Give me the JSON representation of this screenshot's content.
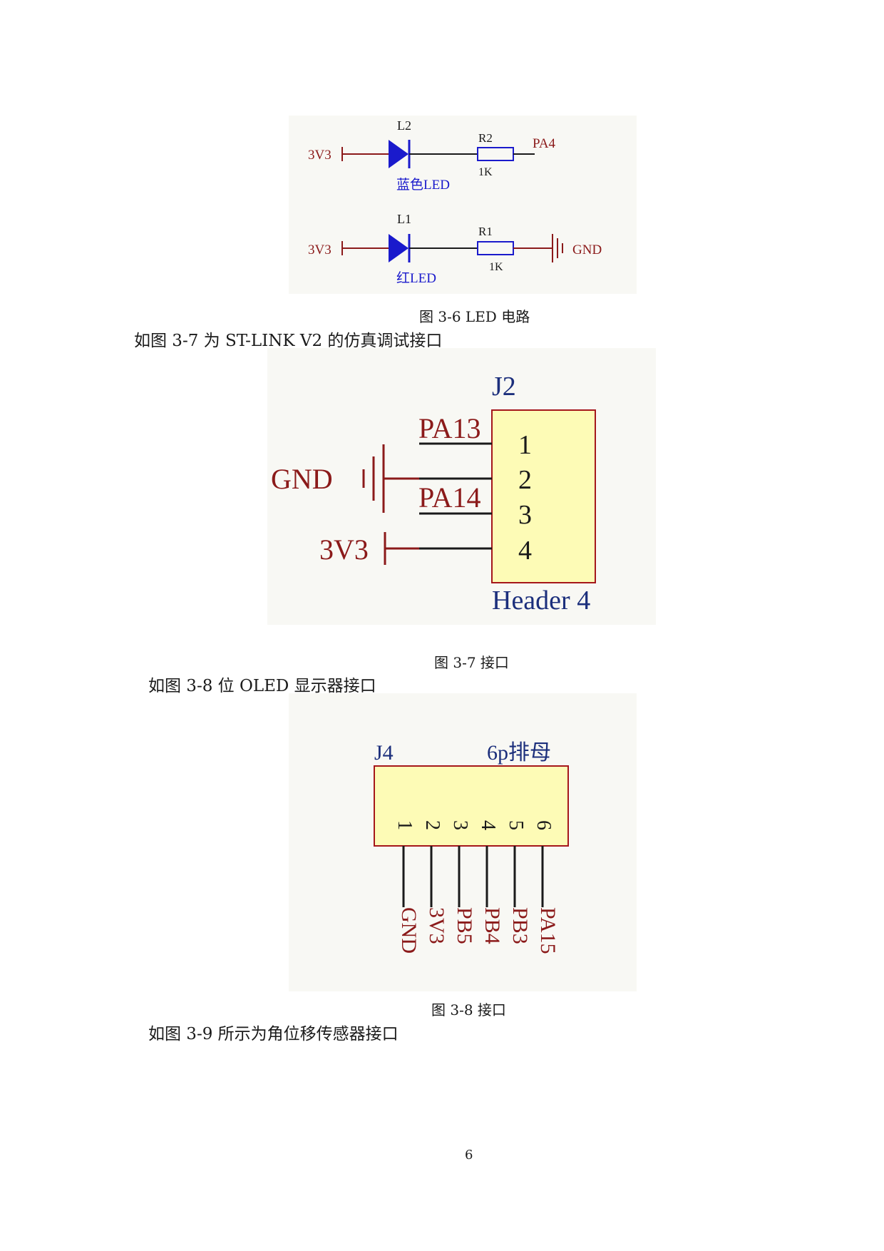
{
  "fig36": {
    "circuit_top": {
      "supply": "3V3",
      "led_ref": "L2",
      "led_label": "蓝色LED",
      "res_ref": "R2",
      "res_value": "1K",
      "net": "PA4",
      "led_color": "#1a1acc"
    },
    "circuit_bottom": {
      "supply": "3V3",
      "led_ref": "L1",
      "led_label": "红LED",
      "res_ref": "R1",
      "res_value": "1K",
      "net": "GND"
    },
    "caption": "图 3-6 LED 电路"
  },
  "para1": "如图 3-7 为 ST-LINK V2 的仿真调试接口",
  "fig37": {
    "ref": "J2",
    "gnd": "GND",
    "supply": "3V3",
    "pin1_net": "PA13",
    "pin3_net": "PA14",
    "pins": [
      "1",
      "2",
      "3",
      "4"
    ],
    "footprint": "Header 4",
    "caption": "图 3-7 接口"
  },
  "para2": "如图 3-8 位 OLED 显示器接口",
  "fig38": {
    "ref": "J4",
    "part": "6p排母",
    "pins": [
      "1",
      "2",
      "3",
      "4",
      "5",
      "6"
    ],
    "nets": [
      "GND",
      "3V3",
      "PB5",
      "PB4",
      "PB3",
      "PA15"
    ],
    "caption": "图 3-8  接口"
  },
  "para3": "如图 3-9 所示为角位移传感器接口",
  "page_number": "6",
  "colors": {
    "net_red": "#8b1a1a",
    "component_fill": "#fdfbb6",
    "component_stroke": "#a5171b",
    "ref_blue": "#1c2f7c"
  }
}
